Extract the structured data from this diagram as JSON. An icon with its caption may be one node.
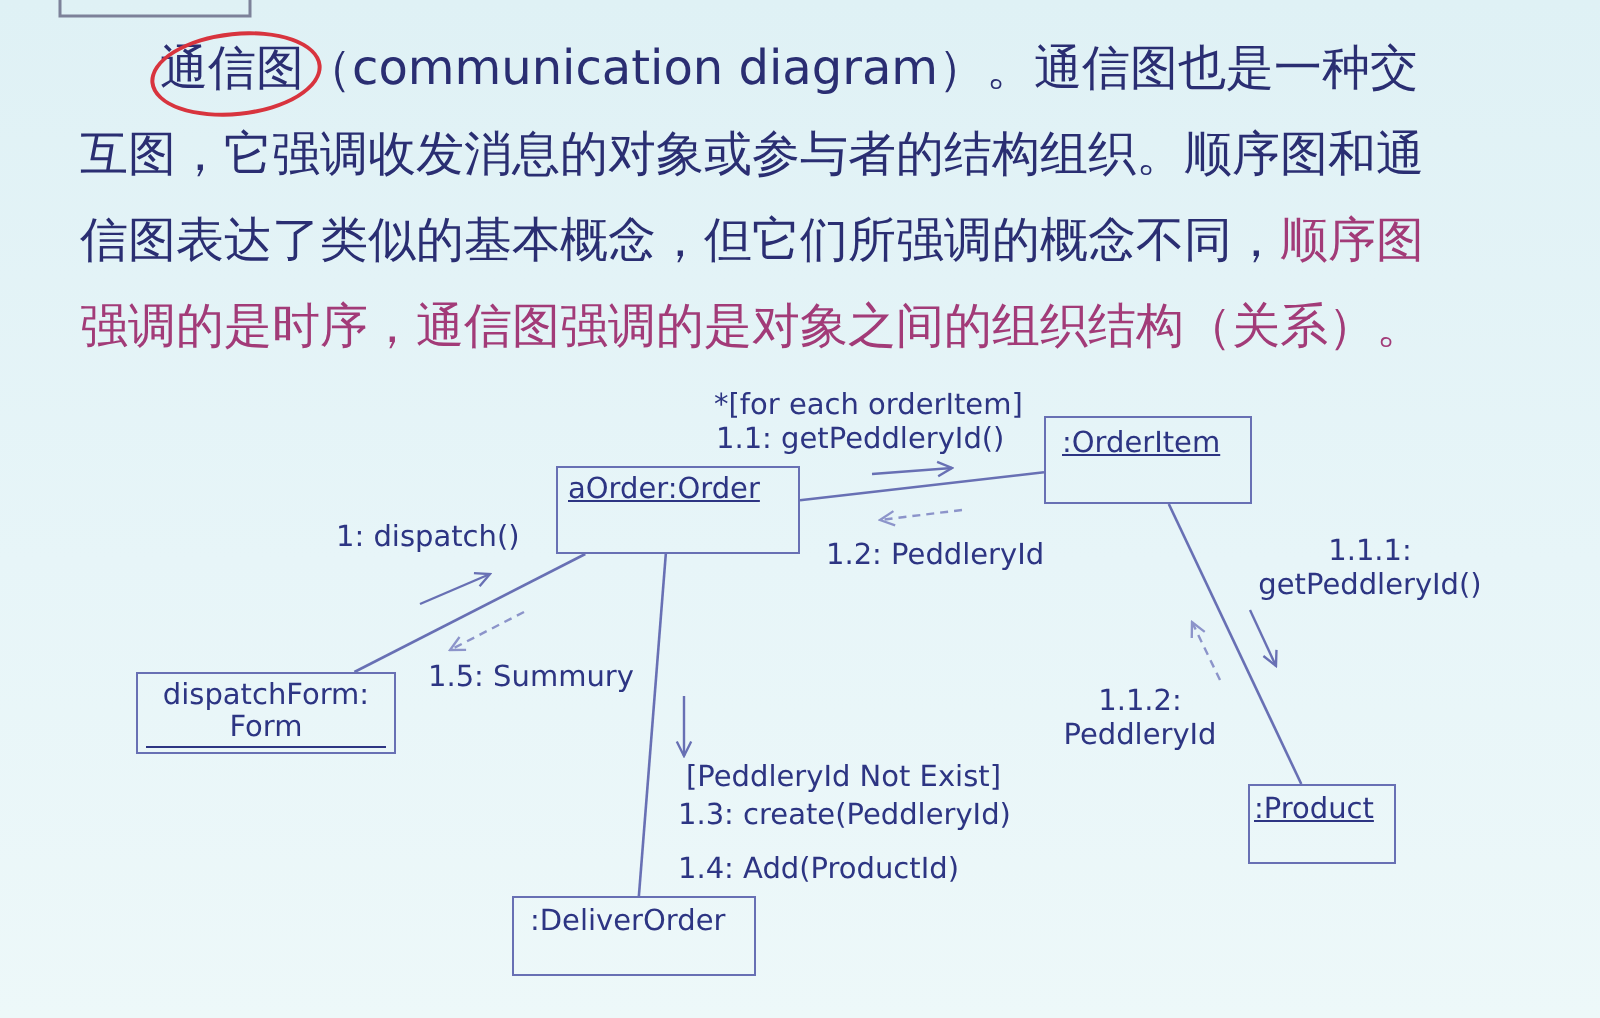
{
  "diagram": {
    "nodes": [
      {
        "text": [
          "aOrder:Order"
        ]
      },
      {
        "text": [
          ":OrderItem"
        ]
      },
      {
        "text": [
          "dispatchForm: Form"
        ]
      },
      {
        "text": [
          ":Product"
        ]
      },
      {
        "text": [
          ":DeliverOrder"
        ]
      }
    ],
    "edges": [
      {
        "from": 2,
        "to": 0,
        "arrow": "none"
      },
      {
        "from": 0,
        "to": 1,
        "arrow": "none"
      },
      {
        "from": 0,
        "to": 4,
        "arrow": "none"
      },
      {
        "from": 1,
        "to": 3,
        "arrow": "none"
      }
    ],
    "labels": [
      "通信图（communication diagram）。通信图也是一种交互图，它强调收发消息的对象或参与者的结构组织。顺序图和通信图表达了类似的基本概念，但它们所强调的概念不同，顺序图强调的是时序，通信图强调的是对象之间的组织结构（关系）。",
      "*[for each orderItem]",
      "1.1: getPeddleryId()",
      "1: dispatch()",
      "1.2: PeddleryId",
      "1.1.1: getPeddleryId()",
      "1.5: Summury",
      "1.1.2: PeddleryId",
      "[PeddleryId Not Exist]",
      "1.3: create(PeddleryId)",
      "1.4: Add(ProductId)"
    ]
  }
}
